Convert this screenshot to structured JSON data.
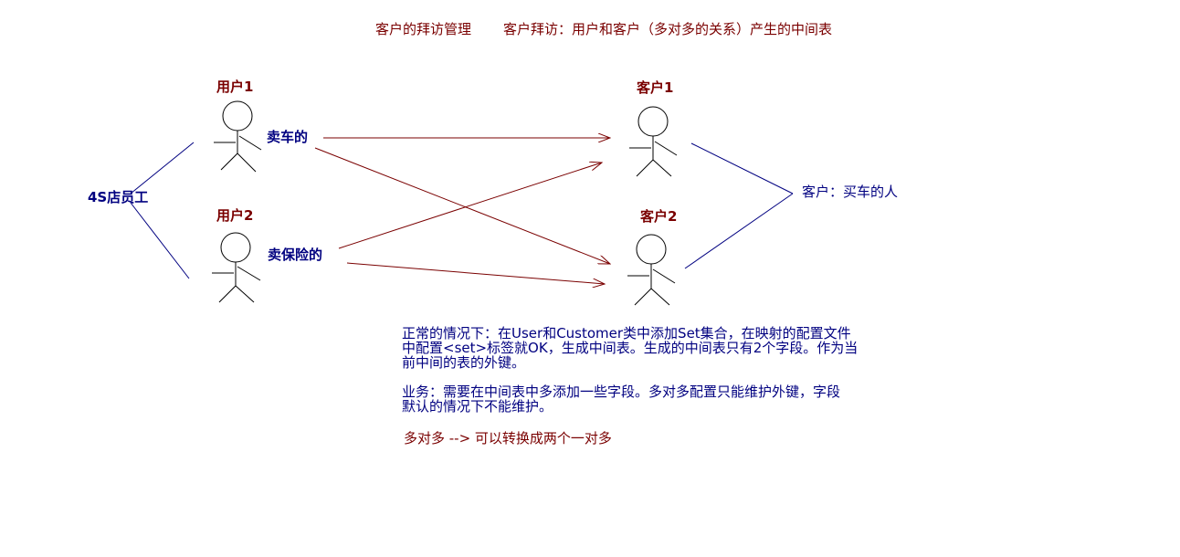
{
  "title": {
    "main": "客户的拜访管理",
    "sub": "客户拜访：用户和客户（多对多的关系）产生的中间表"
  },
  "actors": {
    "user1": "用户1",
    "user2": "用户2",
    "customer1": "客户1",
    "customer2": "客户2"
  },
  "roles": {
    "sell_car": "卖车的",
    "sell_insurance": "卖保险的",
    "store_staff": "4S店员工",
    "customer_desc": "客户：买车的人"
  },
  "notes": {
    "normal_line1": "正常的情况下：在User和Customer类中添加Set集合，在映射的配置文件",
    "normal_line2": "中配置<set>标签就OK，生成中间表。生成的中间表只有2个字段。作为当",
    "normal_line3": "前中间的表的外键。",
    "business_line1": "业务：需要在中间表中多添加一些字段。多对多配置只能维护外键，字段",
    "business_line2": "默认的情况下不能维护。",
    "conversion": "多对多 --> 可以转换成两个一对多"
  },
  "colors": {
    "maroon": "#7a0000",
    "navy": "#000080",
    "arrow": "#7a0000",
    "line": "#000080"
  }
}
